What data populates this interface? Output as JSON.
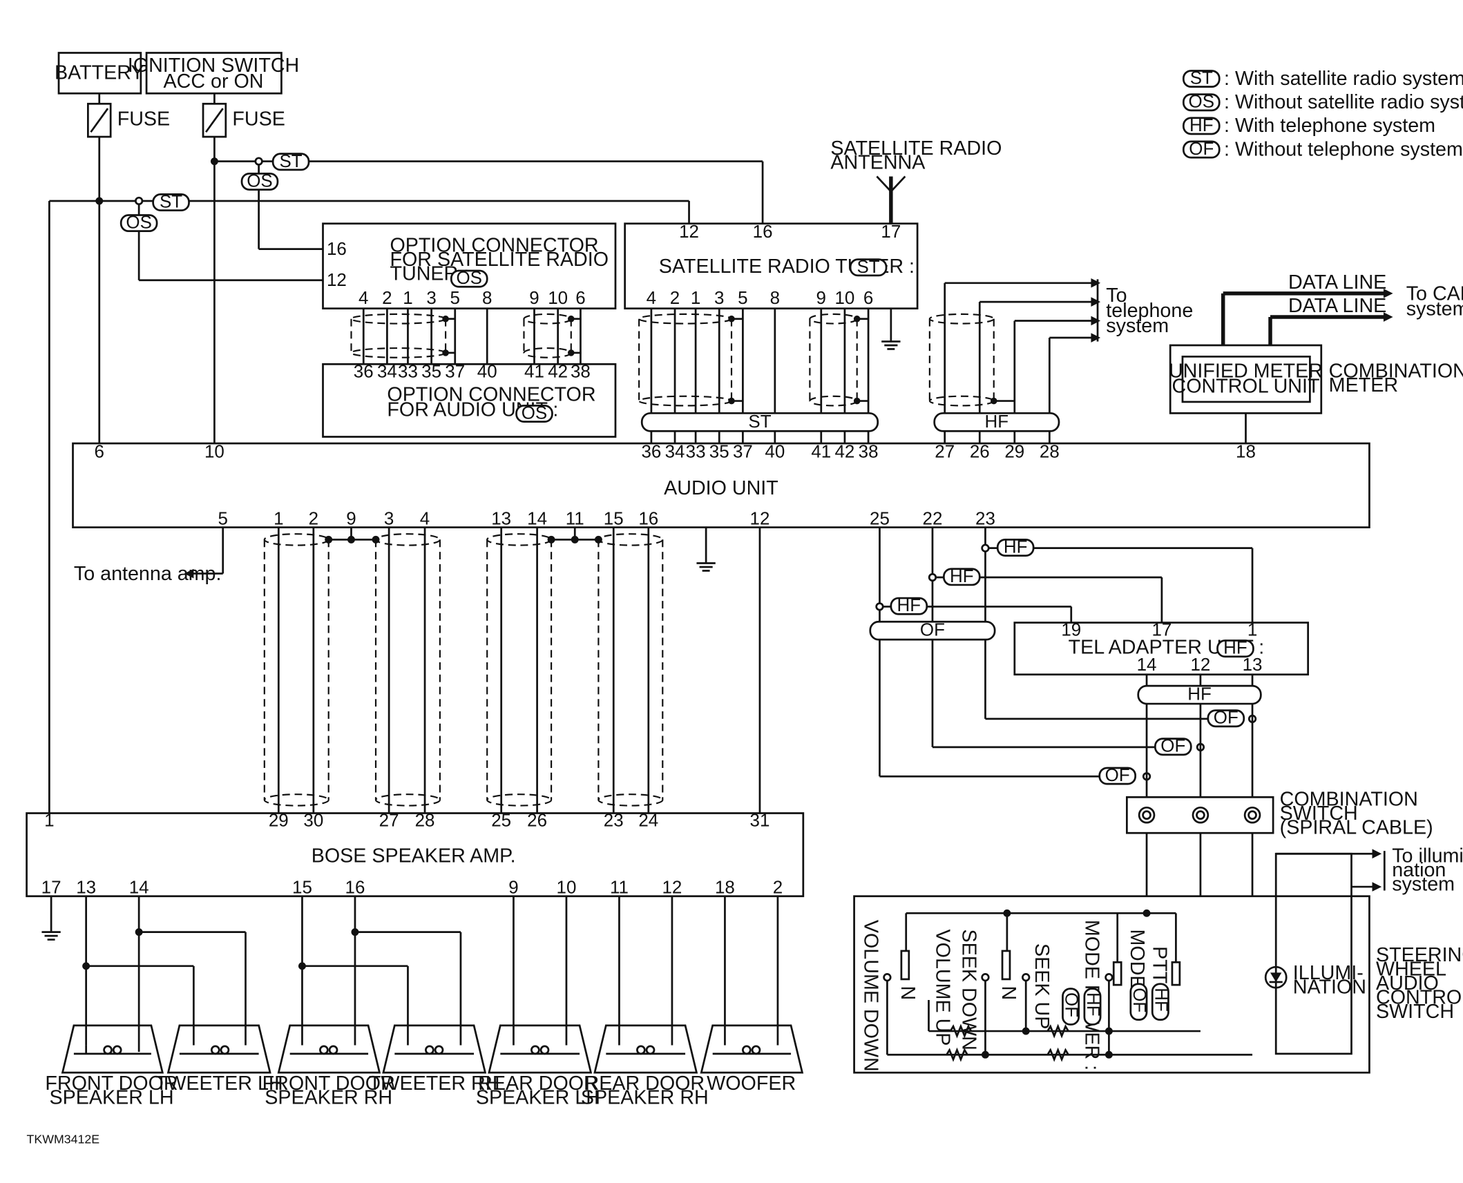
{
  "legend": [
    {
      "code": "ST",
      "text": ": With satellite radio system"
    },
    {
      "code": "OS",
      "text": ": Without satellite radio system"
    },
    {
      "code": "HF",
      "text": ": With telephone system"
    },
    {
      "code": "OF",
      "text": ": Without telephone system"
    }
  ],
  "power": {
    "battery": "BATTERY",
    "ignition_line1": "IGNITION SWITCH",
    "ignition_line2": "ACC or ON",
    "fuse": "FUSE"
  },
  "antenna": {
    "line1": "SATELLITE RADIO",
    "line2": "ANTENNA"
  },
  "components": {
    "opt_sat_line1": "OPTION CONNECTOR",
    "opt_sat_line2": "FOR SATELLITE RADIO",
    "opt_sat_line3": "TUNER :",
    "opt_audio_line1": "OPTION CONNECTOR",
    "opt_audio_line2": "FOR AUDIO UNIT :",
    "sat_tuner": "SATELLITE RADIO TUNER :",
    "audio_unit": "AUDIO UNIT",
    "bose": "BOSE SPEAKER AMP.",
    "tel_adapter": "TEL ADAPTER UNIT :",
    "umcu_line1": "UNIFIED METER",
    "umcu_line2": "CONTROL UNIT",
    "combi_meter_line1": "COMBINATION",
    "combi_meter_line2": "METER",
    "combi_switch_line1": "COMBINATION",
    "combi_switch_line2": "SWITCH",
    "combi_switch_line3": "(SPIRAL CABLE)",
    "swac_line1": "STEERING",
    "swac_line2": "WHEEL",
    "swac_line3": "AUDIO",
    "swac_line4": "CONTROL",
    "swac_line5": "SWITCH",
    "illum_line1": "ILLUMI-",
    "illum_line2": "NATION"
  },
  "refs": {
    "data_line": "DATA LINE",
    "to_can_line1": "To CAN",
    "to_can_line2": "system",
    "to_tel_line1": "To",
    "to_tel_line2": "telephone",
    "to_tel_line3": "system",
    "to_antenna_amp": "To antenna amp.",
    "to_illum_line1": "To illumi-",
    "to_illum_line2": "nation",
    "to_illum_line3": "system"
  },
  "switches": {
    "volume_down": "VOLUME DOWN",
    "volume_up": "VOLUME UP",
    "seek_down": "SEEK DOWN",
    "seek_up": "SEEK UP",
    "mode_power": "MODE POWER :",
    "mode": "MODE :",
    "ptt": "PTT :",
    "n": "N"
  },
  "speakers": {
    "fdl_line1": "FRONT DOOR",
    "fdl_line2": "SPEAKER LH",
    "tweeter_lh": "TWEETER LH",
    "fdr_line1": "FRONT DOOR",
    "fdr_line2": "SPEAKER RH",
    "tweeter_rh": "TWEETER RH",
    "rdl_line1": "REAR DOOR",
    "rdl_line2": "SPEAKER LH",
    "rdr_line1": "REAR DOOR",
    "rdr_line2": "SPEAKER RH",
    "woofer": "WOOFER"
  },
  "codes": {
    "st": "ST",
    "os": "OS",
    "hf": "HF",
    "of": "OF"
  },
  "pins": {
    "opt_sat_top": [
      "16",
      "12"
    ],
    "opt_sat_bot": [
      "4",
      "2",
      "1",
      "3",
      "5",
      "8",
      "9",
      "10",
      "6"
    ],
    "opt_audio_top": [
      "36",
      "34",
      "33",
      "35",
      "37",
      "40",
      "41",
      "42",
      "38"
    ],
    "tuner_top": [
      "12",
      "16",
      "17"
    ],
    "tuner_bot": [
      "4",
      "2",
      "1",
      "3",
      "5",
      "8",
      "9",
      "10",
      "6"
    ],
    "audio_top": [
      "6",
      "10",
      "36",
      "34",
      "33",
      "35",
      "37",
      "40",
      "41",
      "42",
      "38",
      "27",
      "26",
      "29",
      "28",
      "18"
    ],
    "audio_bot": [
      "5",
      "1",
      "2",
      "9",
      "3",
      "4",
      "13",
      "14",
      "11",
      "15",
      "16",
      "12",
      "25",
      "22",
      "23"
    ],
    "bose_top": [
      "1",
      "29",
      "30",
      "27",
      "28",
      "25",
      "26",
      "23",
      "24",
      "31"
    ],
    "bose_bot": [
      "17",
      "13",
      "14",
      "15",
      "16",
      "9",
      "10",
      "11",
      "12",
      "18",
      "2"
    ],
    "tel_top": [
      "19",
      "17",
      "1"
    ],
    "tel_bot": [
      "14",
      "12",
      "13"
    ]
  },
  "figure_code": "TKWM3412E"
}
